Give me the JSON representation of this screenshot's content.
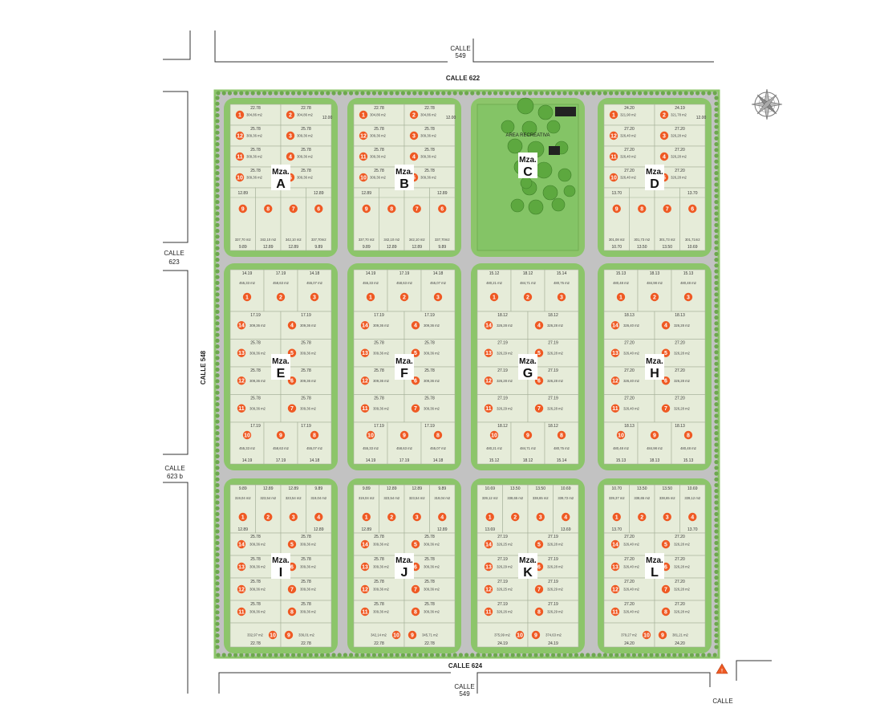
{
  "streets": {
    "calle_549_top": [
      "CALLE",
      "549"
    ],
    "calle_622": "CALLE 622",
    "calle_623": [
      "CALLE",
      "623"
    ],
    "calle_548": "CALLE 548",
    "calle_623b": [
      "CALLE",
      "623 b"
    ],
    "calle_624": "CALLE 624",
    "calle_549_bottom": [
      "CALLE",
      "549"
    ],
    "calle_corner": "CALLE"
  },
  "recreational_area": "AREA RECREATIVA",
  "blocks": [
    {
      "id": "A",
      "label": [
        "Mza.",
        "A"
      ],
      "layout": "top16",
      "col": 0,
      "row": 0,
      "dims": {
        "top": [
          "22.78",
          "22.78"
        ],
        "mid": "25.78",
        "sm": "12.89",
        "bottom": [
          "9.89",
          "12.89",
          "12.89",
          "9.89"
        ],
        "side": "12.00"
      },
      "lots": [
        {
          "n": "1",
          "a": "304,86 m2"
        },
        {
          "n": "2",
          "a": "304,86 m2"
        },
        {
          "n": "12",
          "a": "309,36 m2"
        },
        {
          "n": "3",
          "a": "309,36 m2"
        },
        {
          "n": "11",
          "a": "309,36 m2"
        },
        {
          "n": "4",
          "a": "309,36 m2"
        },
        {
          "n": "10",
          "a": "309,36 m2"
        },
        {
          "n": "5",
          "a": "309,36 m2"
        },
        {
          "n": "9",
          "a": "337,70 m2"
        },
        {
          "n": "8",
          "a": "342,10 m2"
        },
        {
          "n": "7",
          "a": "342,10 m2"
        },
        {
          "n": "6",
          "a": "337,70m2"
        }
      ]
    },
    {
      "id": "B",
      "label": [
        "Mza.",
        "B"
      ],
      "layout": "top16",
      "col": 1,
      "row": 0,
      "dims": {
        "top": [
          "22.78",
          "22.78"
        ],
        "mid": "25.78",
        "sm": "12.89",
        "bottom": [
          "9.89",
          "12.89",
          "12.89",
          "9.89"
        ],
        "side": "12.00"
      },
      "lots": [
        {
          "n": "1",
          "a": "304,86 m2"
        },
        {
          "n": "2",
          "a": "304,86 m2"
        },
        {
          "n": "12",
          "a": "309,36 m2"
        },
        {
          "n": "3",
          "a": "309,36 m2"
        },
        {
          "n": "11",
          "a": "309,36 m2"
        },
        {
          "n": "4",
          "a": "309,36 m2"
        },
        {
          "n": "10",
          "a": "309,36 m2"
        },
        {
          "n": "5",
          "a": "309,36 m2"
        },
        {
          "n": "9",
          "a": "337,70 m2"
        },
        {
          "n": "8",
          "a": "342,10 m2"
        },
        {
          "n": "7",
          "a": "342,10 m2"
        },
        {
          "n": "6",
          "a": "337,70m2"
        }
      ]
    },
    {
      "id": "C",
      "label": [
        "Mza.",
        "C"
      ],
      "layout": "park",
      "col": 2,
      "row": 0
    },
    {
      "id": "D",
      "label": [
        "Mza.",
        "D"
      ],
      "layout": "top16",
      "col": 3,
      "row": 0,
      "dims": {
        "top": [
          "24.20",
          "24.19"
        ],
        "mid": "27.20",
        "sm": "13.70",
        "bottom": [
          "10.70",
          "13.50",
          "13.50",
          "10.69"
        ],
        "side": "12.00"
      },
      "lots": [
        {
          "n": "1",
          "a": "321,90 m2"
        },
        {
          "n": "2",
          "a": "321,78 m2"
        },
        {
          "n": "12",
          "a": "326,40 m2"
        },
        {
          "n": "3",
          "a": "326,28 m2"
        },
        {
          "n": "11",
          "a": "326,40 m2"
        },
        {
          "n": "4",
          "a": "326,28 m2"
        },
        {
          "n": "10",
          "a": "326,40 m2"
        },
        {
          "n": "5",
          "a": "326,28 m2"
        },
        {
          "n": "9",
          "a": "301,08 m2"
        },
        {
          "n": "8",
          "a": "301,73 m2"
        },
        {
          "n": "7",
          "a": "301,73 m2"
        },
        {
          "n": "6",
          "a": "301,71m2"
        }
      ]
    },
    {
      "id": "E",
      "label": [
        "Mza.",
        "E"
      ],
      "layout": "mid14",
      "col": 0,
      "row": 1,
      "dims": {
        "top": [
          "14.19",
          "17.19",
          "14.18"
        ],
        "mid": "25.78",
        "inner": "17.19"
      },
      "lots": [
        {
          "n": "1",
          "a": "455,33 m2"
        },
        {
          "n": "2",
          "a": "458,63 m2"
        },
        {
          "n": "3",
          "a": "455,07 m2"
        },
        {
          "n": "14",
          "a": "309,36 m2"
        },
        {
          "n": "4",
          "a": "309,36 m2"
        },
        {
          "n": "13",
          "a": "309,36 m2"
        },
        {
          "n": "5",
          "a": "309,36 m2"
        },
        {
          "n": "12",
          "a": "309,36 m2"
        },
        {
          "n": "6",
          "a": "309,36 m2"
        },
        {
          "n": "11",
          "a": "309,36 m2"
        },
        {
          "n": "7",
          "a": "309,36 m2"
        },
        {
          "n": "10",
          "a": "455,33 m2"
        },
        {
          "n": "9",
          "a": "458,63 m2"
        },
        {
          "n": "8",
          "a": "455,07 m2"
        }
      ]
    },
    {
      "id": "F",
      "label": [
        "Mza.",
        "F"
      ],
      "layout": "mid14",
      "col": 1,
      "row": 1,
      "dims": {
        "top": [
          "14.19",
          "17.19",
          "14.18"
        ],
        "mid": "25.78",
        "inner": "17.19"
      },
      "lots": [
        {
          "n": "1",
          "a": "455,33 m2"
        },
        {
          "n": "2",
          "a": "458,63 m2"
        },
        {
          "n": "3",
          "a": "455,07 m2"
        },
        {
          "n": "14",
          "a": "309,36 m2"
        },
        {
          "n": "4",
          "a": "309,36 m2"
        },
        {
          "n": "13",
          "a": "309,36 m2"
        },
        {
          "n": "5",
          "a": "309,36 m2"
        },
        {
          "n": "12",
          "a": "309,36 m2"
        },
        {
          "n": "6",
          "a": "309,36 m2"
        },
        {
          "n": "11",
          "a": "309,36 m2"
        },
        {
          "n": "7",
          "a": "309,36 m2"
        },
        {
          "n": "10",
          "a": "455,33 m2"
        },
        {
          "n": "9",
          "a": "458,63 m2"
        },
        {
          "n": "8",
          "a": "455,07 m2"
        }
      ]
    },
    {
      "id": "G",
      "label": [
        "Mza.",
        "G"
      ],
      "layout": "mid14",
      "col": 2,
      "row": 1,
      "dims": {
        "top": [
          "15.12",
          "18.12",
          "15.14"
        ],
        "mid": "27.19",
        "inner": "18.12"
      },
      "lots": [
        {
          "n": "1",
          "a": "480,21 m2"
        },
        {
          "n": "2",
          "a": "484,71 m2"
        },
        {
          "n": "3",
          "a": "480,75 m2"
        },
        {
          "n": "14",
          "a": "326,28 m2"
        },
        {
          "n": "4",
          "a": "326,28 m2"
        },
        {
          "n": "13",
          "a": "326,29 m2"
        },
        {
          "n": "5",
          "a": "326,28 m2"
        },
        {
          "n": "12",
          "a": "326,28 m2"
        },
        {
          "n": "6",
          "a": "326,28 m2"
        },
        {
          "n": "11",
          "a": "326,29 m2"
        },
        {
          "n": "7",
          "a": "326,28 m2"
        },
        {
          "n": "10",
          "a": "480,21 m2"
        },
        {
          "n": "9",
          "a": "484,71 m2"
        },
        {
          "n": "8",
          "a": "480,75 m2"
        }
      ]
    },
    {
      "id": "H",
      "label": [
        "Mza.",
        "H"
      ],
      "layout": "mid14",
      "col": 3,
      "row": 1,
      "dims": {
        "top": [
          "15.13",
          "18.13",
          "15.13"
        ],
        "mid": "27.20",
        "inner": "18.13"
      },
      "lots": [
        {
          "n": "1",
          "a": "480,48 m2"
        },
        {
          "n": "2",
          "a": "484,98 m2"
        },
        {
          "n": "3",
          "a": "480,48 m2"
        },
        {
          "n": "14",
          "a": "326,40 m2"
        },
        {
          "n": "4",
          "a": "326,28 m2"
        },
        {
          "n": "13",
          "a": "326,40 m2"
        },
        {
          "n": "5",
          "a": "326,28 m2"
        },
        {
          "n": "12",
          "a": "326,40 m2"
        },
        {
          "n": "6",
          "a": "326,28 m2"
        },
        {
          "n": "11",
          "a": "326,40 m2"
        },
        {
          "n": "7",
          "a": "326,28 m2"
        },
        {
          "n": "10",
          "a": "480,48 m2"
        },
        {
          "n": "9",
          "a": "484,98 m2"
        },
        {
          "n": "8",
          "a": "480,48 m2"
        }
      ]
    },
    {
      "id": "I",
      "label": [
        "Mza.",
        "I"
      ],
      "layout": "bot14",
      "col": 0,
      "row": 2,
      "dims": {
        "top": [
          "9.89",
          "12.89",
          "12.89",
          "9.89"
        ],
        "mid": "25.78",
        "sm": "12.89",
        "bottom": "22.78"
      },
      "lots": [
        {
          "n": "1",
          "a": "319,04 m2"
        },
        {
          "n": "2",
          "a": "323,54 m2"
        },
        {
          "n": "3",
          "a": "323,54 m2"
        },
        {
          "n": "4",
          "a": "319,04 m2"
        },
        {
          "n": "14",
          "a": "309,36 m2"
        },
        {
          "n": "5",
          "a": "309,36 m2"
        },
        {
          "n": "13",
          "a": "309,36 m2"
        },
        {
          "n": "6",
          "a": "309,36 m2"
        },
        {
          "n": "12",
          "a": "309,36 m2"
        },
        {
          "n": "7",
          "a": "309,36 m2"
        },
        {
          "n": "11",
          "a": "309,36 m2"
        },
        {
          "n": "8",
          "a": "309,36 m2"
        },
        {
          "n": "10",
          "a": "332,97 m2"
        },
        {
          "n": "9",
          "a": "336,01 m2"
        }
      ]
    },
    {
      "id": "J",
      "label": [
        "Mza.",
        "J"
      ],
      "layout": "bot14",
      "col": 1,
      "row": 2,
      "dims": {
        "top": [
          "9.89",
          "12.89",
          "12.89",
          "9.89"
        ],
        "mid": "25.78",
        "sm": "12.89",
        "bottom": "22.78"
      },
      "lots": [
        {
          "n": "1",
          "a": "319,04 m2"
        },
        {
          "n": "2",
          "a": "323,54 m2"
        },
        {
          "n": "3",
          "a": "323,54 m2"
        },
        {
          "n": "4",
          "a": "319,04 m2"
        },
        {
          "n": "14",
          "a": "309,36 m2"
        },
        {
          "n": "5",
          "a": "309,36 m2"
        },
        {
          "n": "13",
          "a": "309,36 m2"
        },
        {
          "n": "6",
          "a": "309,36 m2"
        },
        {
          "n": "12",
          "a": "309,36 m2"
        },
        {
          "n": "7",
          "a": "309,36 m2"
        },
        {
          "n": "11",
          "a": "309,36 m2"
        },
        {
          "n": "8",
          "a": "309,36 m2"
        },
        {
          "n": "10",
          "a": "342,14 m2"
        },
        {
          "n": "9",
          "a": "345,71 m2"
        }
      ]
    },
    {
      "id": "K",
      "label": [
        "Mza.",
        "K"
      ],
      "layout": "bot14",
      "col": 2,
      "row": 2,
      "dims": {
        "top": [
          "10.69",
          "13.50",
          "13.50",
          "10.69"
        ],
        "mid": "27.19",
        "sm": "13.69",
        "bottom": "24.19"
      },
      "lots": [
        {
          "n": "1",
          "a": "339,12 m2"
        },
        {
          "n": "2",
          "a": "338,65 m2"
        },
        {
          "n": "3",
          "a": "338,65 m2"
        },
        {
          "n": "4",
          "a": "339,72 m2"
        },
        {
          "n": "14",
          "a": "326,25 m2"
        },
        {
          "n": "5",
          "a": "326,28 m2"
        },
        {
          "n": "13",
          "a": "326,29 m2"
        },
        {
          "n": "6",
          "a": "326,28 m2"
        },
        {
          "n": "12",
          "a": "326,25 m2"
        },
        {
          "n": "7",
          "a": "326,29 m2"
        },
        {
          "n": "11",
          "a": "326,26 m2"
        },
        {
          "n": "8",
          "a": "326,29 m2"
        },
        {
          "n": "10",
          "a": "375,99 m2"
        },
        {
          "n": "9",
          "a": "374,63 m2"
        }
      ]
    },
    {
      "id": "L",
      "label": [
        "Mza.",
        "L"
      ],
      "layout": "bot14",
      "col": 3,
      "row": 2,
      "dims": {
        "top": [
          "10.70",
          "13.50",
          "13.50",
          "10.69"
        ],
        "mid": "27.20",
        "sm": "13.70",
        "bottom": "24.20"
      },
      "lots": [
        {
          "n": "1",
          "a": "339,37 m2"
        },
        {
          "n": "2",
          "a": "338,65 m2"
        },
        {
          "n": "3",
          "a": "338,65 m2"
        },
        {
          "n": "4",
          "a": "339,12 m2"
        },
        {
          "n": "14",
          "a": "326,40 m2"
        },
        {
          "n": "5",
          "a": "326,28 m2"
        },
        {
          "n": "13",
          "a": "326,40 m2"
        },
        {
          "n": "6",
          "a": "326,28 m2"
        },
        {
          "n": "12",
          "a": "326,40 m2"
        },
        {
          "n": "7",
          "a": "326,28 m2"
        },
        {
          "n": "11",
          "a": "326,40 m2"
        },
        {
          "n": "8",
          "a": "326,28 m2"
        },
        {
          "n": "10",
          "a": "379,27 m2"
        },
        {
          "n": "9",
          "a": "381,21 m2"
        }
      ]
    }
  ],
  "colors": {
    "green": "#8cc56a",
    "green_dark": "#6da84e",
    "lot_fill": "#e6ecd9",
    "lot_line": "#a7b29a",
    "road": "#c2c2c2",
    "badge": "#ef5a24",
    "park": "#84c466",
    "tree": "#5da83f"
  },
  "icons": [
    "compass-rose-icon",
    "warning-triangle-icon"
  ]
}
